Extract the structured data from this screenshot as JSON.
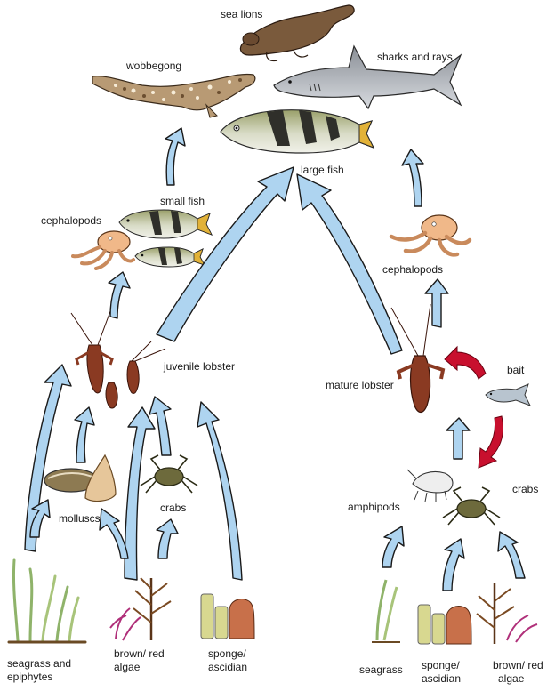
{
  "labels": {
    "sea_lions": "sea lions",
    "wobbegong": "wobbegong",
    "sharks_rays": "sharks and rays",
    "large_fish": "large fish",
    "small_fish": "small fish",
    "cephalopods_left": "cephalopods",
    "cephalopods_right": "cephalopods",
    "juvenile_lobster": "juvenile lobster",
    "mature_lobster": "mature lobster",
    "bait": "bait",
    "molluscs": "molluscs",
    "crabs_left": "crabs",
    "crabs_right": "crabs",
    "amphipods": "amphipods",
    "seagrass_epiphytes_1": "seagrass and",
    "seagrass_epiphytes_2": "epiphytes",
    "brown_red_algae_left_1": "brown/ red",
    "brown_red_algae_left_2": "algae",
    "sponge_ascidian_left_1": "sponge/",
    "sponge_ascidian_left_2": "ascidian",
    "seagrass_right": "seagrass",
    "sponge_ascidian_right_1": "sponge/",
    "sponge_ascidian_right_2": "ascidian",
    "brown_red_algae_right_1": "brown/ red",
    "brown_red_algae_right_2": "algae"
  },
  "colors": {
    "arrow_blue": "#aed4f0",
    "arrow_outline": "#1a1a1a",
    "arrow_red": "#c8102e"
  }
}
